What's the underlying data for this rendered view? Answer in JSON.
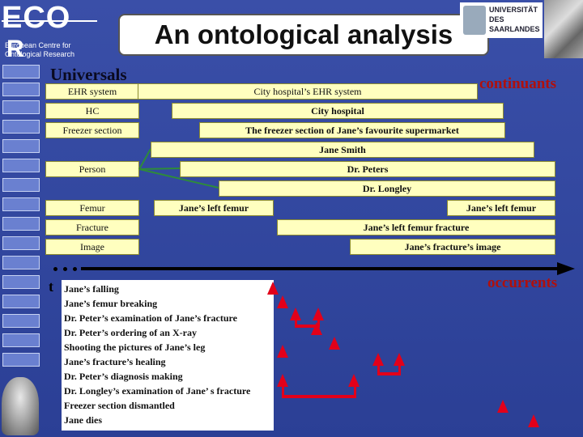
{
  "logo": {
    "acronym": "ECO",
    "acronym_last": "R",
    "subtitle_line1": "European Centre for",
    "subtitle_line2": "Ontological Research"
  },
  "university": {
    "line1": "UNIVERSITÄT",
    "line2": "DES",
    "line3": "SAARLANDES"
  },
  "title": "An ontological analysis",
  "labels": {
    "universals": "Universals",
    "continuants": "continuants",
    "occurrents": "occurrents",
    "t": "t"
  },
  "universal_rows": [
    "EHR system",
    "HC",
    "Freezer section",
    "Person",
    "Femur",
    "Fracture",
    "Image"
  ],
  "continuant_bars": {
    "ehr": "City hospital’s EHR system",
    "hospital": "City hospital",
    "freezer": "The freezer section of Jane’s favourite supermarket",
    "jane": "Jane Smith",
    "peters": "Dr. Peters",
    "longley": "Dr. Longley",
    "femur_a": "Jane’s left femur",
    "femur_b": "Jane’s left femur",
    "fracture": "Jane’s left femur fracture",
    "image": "Jane’s fracture’s image"
  },
  "occurrent_items": [
    "Jane’s falling",
    "Jane’s femur breaking",
    "Dr. Peter’s examination of Jane’s fracture",
    "Dr. Peter’s ordering of an X-ray",
    "Shooting the pictures of Jane’s leg",
    "Jane’s fracture’s healing",
    "Dr. Peter’s diagnosis making",
    "Dr. Longley’s examination of Jane’ s fracture",
    "Freezer section dismantled",
    "Jane dies"
  ],
  "colors": {
    "background": "#3348a0",
    "bar_fill": "#ffffbf",
    "accent_red": "#e2001a",
    "label_red": "#b0100c"
  }
}
